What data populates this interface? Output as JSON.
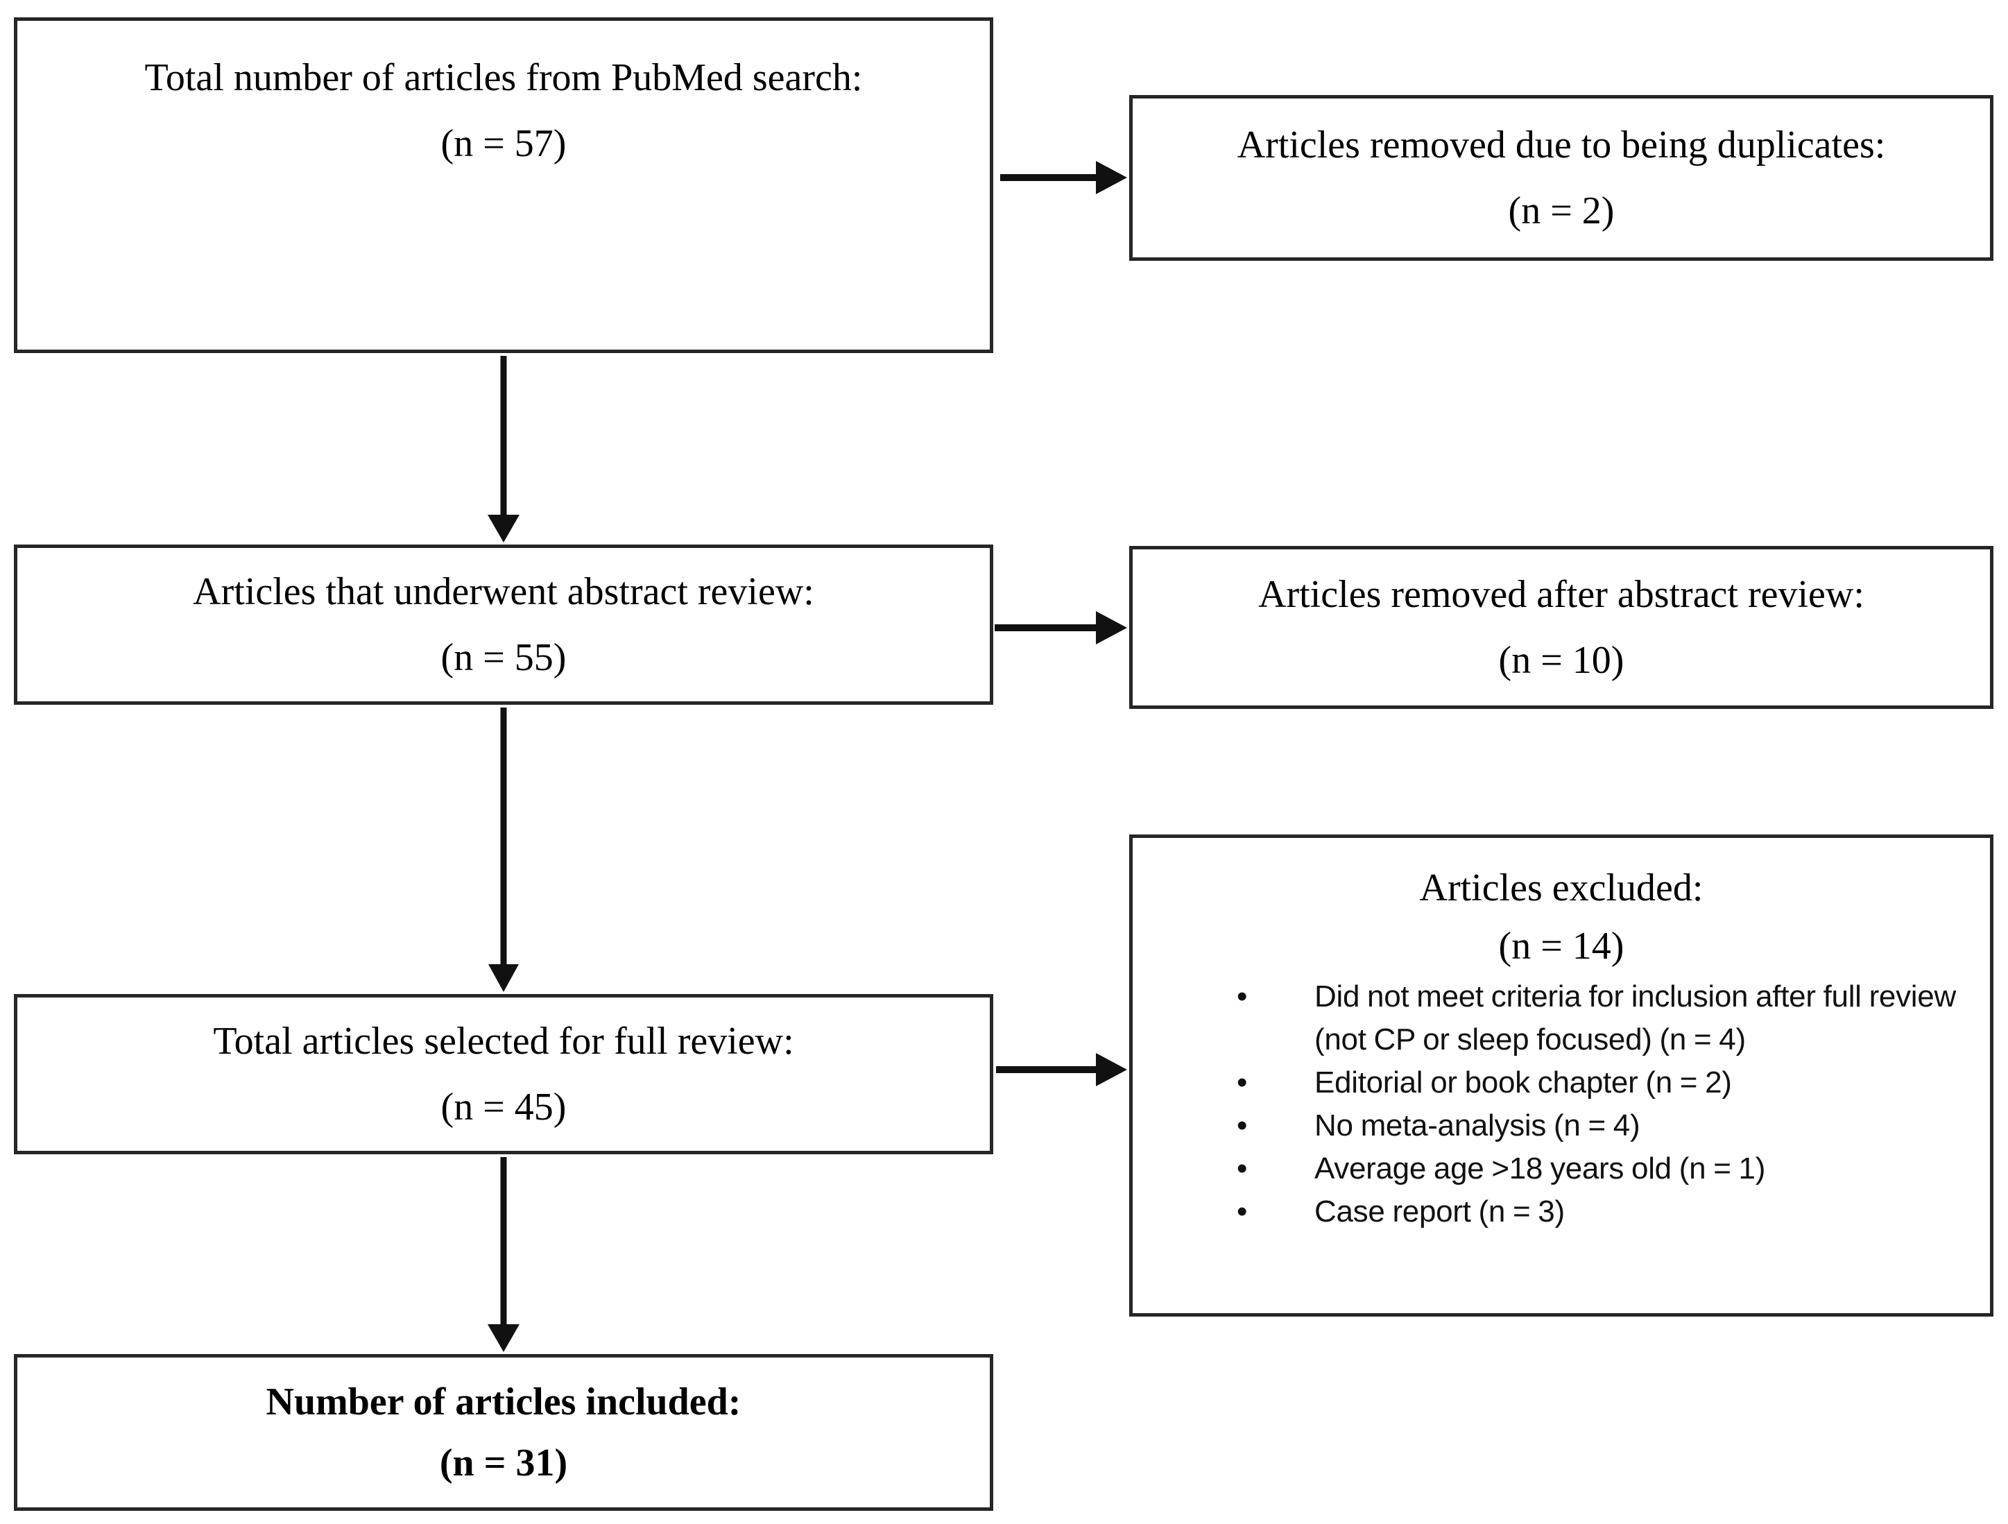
{
  "diagram": {
    "type": "flowchart",
    "colors": {
      "box_border": "#262626",
      "arrow": "#111111",
      "text": "#000000",
      "background": "#ffffff"
    },
    "boxes": {
      "pubmed_search": {
        "title": "Total number of articles from PubMed search:",
        "count": "(n = 57)"
      },
      "abstract_review": {
        "title": "Articles that underwent abstract review:",
        "count": "(n = 55)"
      },
      "full_review": {
        "title": "Total articles selected for full review:",
        "count": "(n = 45)"
      },
      "included": {
        "title": "Number of articles included:",
        "count": "(n = 31)"
      },
      "duplicates_removed": {
        "title": "Articles removed due to being duplicates:",
        "count": "(n = 2)"
      },
      "abstract_removed": {
        "title": "Articles removed after abstract review:",
        "count": "(n = 10)"
      },
      "excluded": {
        "title": "Articles excluded:",
        "count": "(n = 14)",
        "bullet_glyph": "•",
        "reasons": [
          "Did not meet criteria for inclusion after full review (not CP or sleep focused) (n = 4)",
          "Editorial or book chapter (n = 2)",
          "No meta-analysis (n = 4)",
          "Average age >18 years old (n = 1)",
          "Case report (n = 3)"
        ]
      }
    }
  }
}
